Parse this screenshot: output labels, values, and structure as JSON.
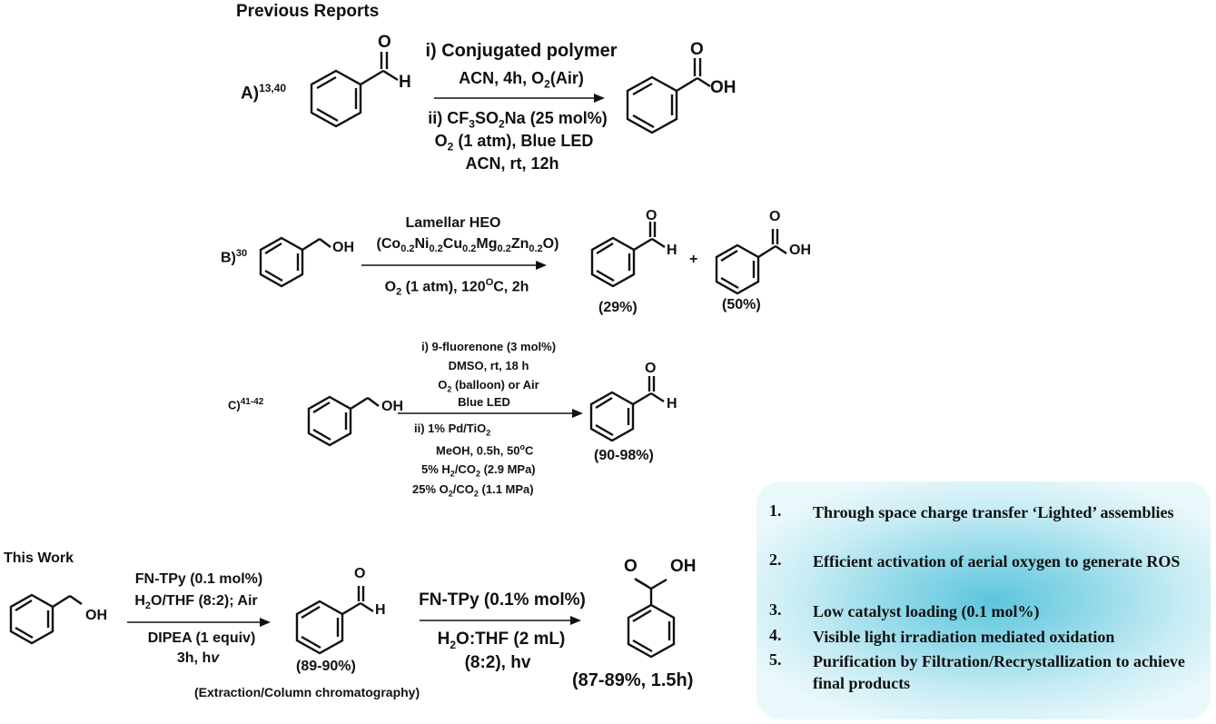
{
  "heading_previous": "Previous Reports",
  "heading_this_work": "This Work",
  "scheme_a": {
    "label": "A)",
    "ref": "13,40",
    "start_atom_o": "O",
    "start_atom_h": "H",
    "product_o": "O",
    "product_oh": "OH",
    "above": [
      "i) Conjugated polymer",
      "ACN, 4h, O",
      "2",
      "(Air)"
    ],
    "below": {
      "line1_pre": "ii) CF",
      "line1_sub1": "3",
      "line1_mid": "SO",
      "line1_sub2": "2",
      "line1_post": "Na (25 mol%)",
      "line2_pre": "O",
      "line2_sub": "2",
      "line2_post": " (1 atm), Blue LED",
      "line3": "ACN, rt, 12h"
    }
  },
  "scheme_b": {
    "label": "B)",
    "ref": "30",
    "start_oh": "OH",
    "above1": "Lamellar HEO",
    "above2_parts": [
      "(Co",
      "0.2",
      "Ni",
      "0.2",
      "Cu",
      "0.2",
      "Mg",
      "0.2",
      "Zn",
      "0.2",
      "O)"
    ],
    "below_pre": "O",
    "below_sub": "2",
    "below_mid": " (1 atm), 120",
    "below_sup": "O",
    "below_post": "C, 2h",
    "p1_o": "O",
    "p1_h": "H",
    "p1_yield": "(29%)",
    "plus": "+",
    "p2_o": "O",
    "p2_oh": "OH",
    "p2_yield": "(50%)"
  },
  "scheme_c": {
    "label": "C)",
    "ref": "41-42",
    "start_oh": "OH",
    "above1": "i)   9-fluorenone (3 mol%)",
    "above2": "DMSO, rt, 18 h",
    "above3_pre": "O",
    "above3_sub": "2",
    "above3_post": " (balloon) or Air",
    "above4": "Blue LED",
    "below1_pre": "ii)      1% Pd/TiO",
    "below1_sub": "2",
    "below2_pre": "MeOH, 0.5h, 50",
    "below2_sup": "o",
    "below2_post": "C",
    "below3_pre": "5% H",
    "below3_sub1": "2",
    "below3_mid": "/CO",
    "below3_sub2": "2",
    "below3_post": " (2.9 MPa)",
    "below4_pre": "25% O",
    "below4_sub1": "2",
    "below4_mid": "/CO",
    "below4_sub2": "2",
    "below4_post": " (1.1 MPa)",
    "p_o": "O",
    "p_h": "H",
    "p_yield": "(90-98%)"
  },
  "this_work": {
    "start_oh": "OH",
    "step1_above1": "FN-TPy (0.1 mol%)",
    "step1_above2_pre": "H",
    "step1_above2_sub": "2",
    "step1_above2_post": "O/THF (8:2); Air",
    "step1_below1": "DIPEA (1 equiv)",
    "step1_below2_pre": "3h, h",
    "step1_below2_nu": "v",
    "mid_o": "O",
    "mid_h": "H",
    "mid_yield": "(89-90%)",
    "mid_note": "(Extraction/Column chromatography)",
    "step2_above": "FN-TPy (0.1% mol%)",
    "step2_below1_pre": "H",
    "step2_below1_sub": "2",
    "step2_below1_post": "O:THF (2 mL)",
    "step2_below2_pre": "(8:2), h",
    "step2_below2_nu": "v",
    "p_o": "O",
    "p_oh": "OH",
    "p_yield": "(87-89%, 1.5h)"
  },
  "highlights": [
    {
      "num": "1.",
      "text": "Through space charge transfer ‘Lighted’ assemblies"
    },
    {
      "num": "2.",
      "text": "Efficient activation of aerial oxygen to generate ROS"
    },
    {
      "num": "3.",
      "text": "Low catalyst loading (0.1 mol%)"
    },
    {
      "num": "4.",
      "text": "Visible light irradiation mediated oxidation"
    },
    {
      "num": "5.",
      "text": "Purification by Filtration/Recrystallization to achieve final products"
    }
  ],
  "colors": {
    "panel_center": "#5cc6dc",
    "panel_edge": "#e9f8fb",
    "ink": "#111111"
  }
}
